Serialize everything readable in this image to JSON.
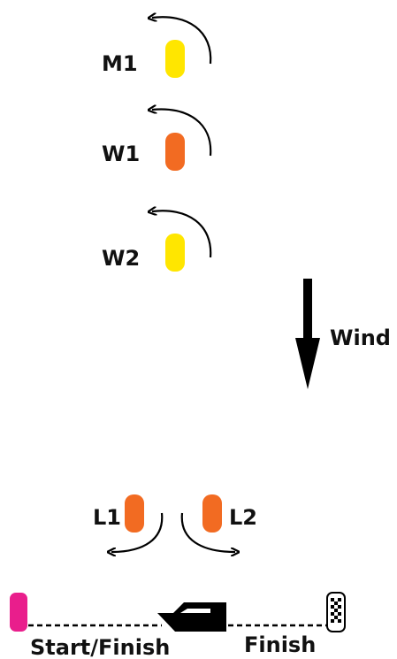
{
  "marks": {
    "m1": {
      "label": "M1",
      "color": "#FFE600"
    },
    "w1": {
      "label": "W1",
      "color": "#F26B22"
    },
    "w2": {
      "label": "W2",
      "color": "#FFE600"
    },
    "l1": {
      "label": "L1",
      "color": "#F26B22"
    },
    "l2": {
      "label": "L2",
      "color": "#F26B22"
    }
  },
  "wind": {
    "label": "Wind"
  },
  "start_line": {
    "label": "Start/Finish",
    "pin_color": "#E91E8C"
  },
  "finish_line": {
    "label": "Finish",
    "flag": "checkered-flag-icon"
  },
  "committee_boat": {
    "icon": "boat-icon"
  }
}
